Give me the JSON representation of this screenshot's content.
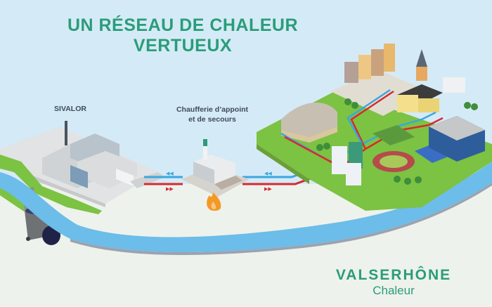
{
  "title": {
    "line1": "UN RÉSEAU DE CHALEUR",
    "line2": "VERTUEUX"
  },
  "labels": {
    "sivalor": "SIVALOR",
    "chaufferie_line1": "Chaufferie d’appoint",
    "chaufferie_line2": "et de secours"
  },
  "brand": {
    "name": "VALSERHÔNE",
    "sub": "Chaleur"
  },
  "colors": {
    "sky": "#d5eaf7",
    "ground": "#eef2ec",
    "green_text": "#2a9d78",
    "grass": "#7cc243",
    "river": "#6cbde9",
    "pipe_hot": "#d72a2f",
    "pipe_cold": "#3aa7df",
    "flame": "#f39a25"
  }
}
